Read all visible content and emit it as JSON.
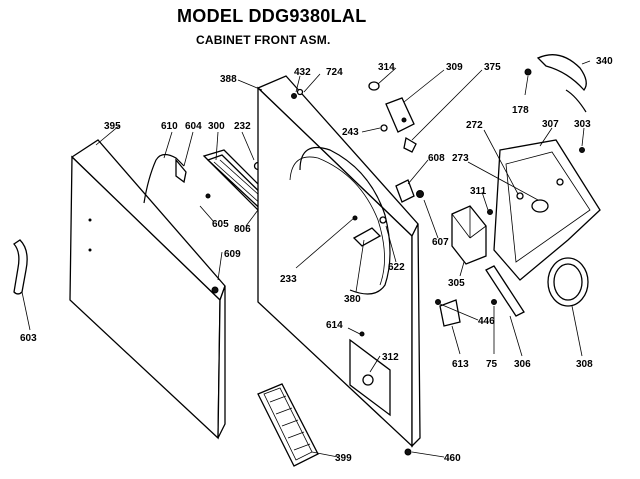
{
  "header": {
    "title": "MODEL DDG9380LAL",
    "subtitle": "CABINET FRONT ASM."
  },
  "callouts": [
    "395",
    "610",
    "604",
    "300",
    "232",
    "388",
    "432",
    "724",
    "314",
    "309",
    "375",
    "340",
    "178",
    "307",
    "303",
    "243",
    "272",
    "273",
    "608",
    "311",
    "605",
    "806",
    "609",
    "233",
    "380",
    "622",
    "607",
    "305",
    "306",
    "308",
    "446",
    "75",
    "613",
    "614",
    "312",
    "603",
    "399",
    "460"
  ]
}
